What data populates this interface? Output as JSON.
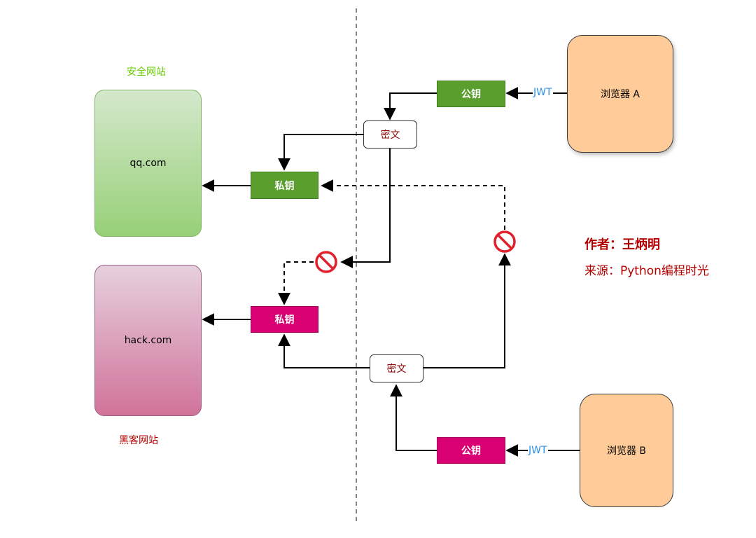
{
  "labels": {
    "safe_site_caption": "安全网站",
    "safe_site_domain": "qq.com",
    "hack_site_caption": "黑客网站",
    "hack_site_domain": "hack.com",
    "public_key": "公钥",
    "private_key": "私钥",
    "ciphertext": "密文",
    "jwt": "JWT",
    "browser_a": "浏览器 A",
    "browser_b": "浏览器 B",
    "author": "作者：王炳明",
    "source": "来源：Python编程时光"
  },
  "colors": {
    "safe_caption": "#66cc00",
    "hack_caption": "#b20000",
    "green_key": "#5a9e2e",
    "red_key": "#d80073",
    "browser_fill": "#ffcc99",
    "jwt_text": "#2d8fe6",
    "forbidden_icon": "#e0202a"
  },
  "icons": [
    "forbidden-icon"
  ]
}
